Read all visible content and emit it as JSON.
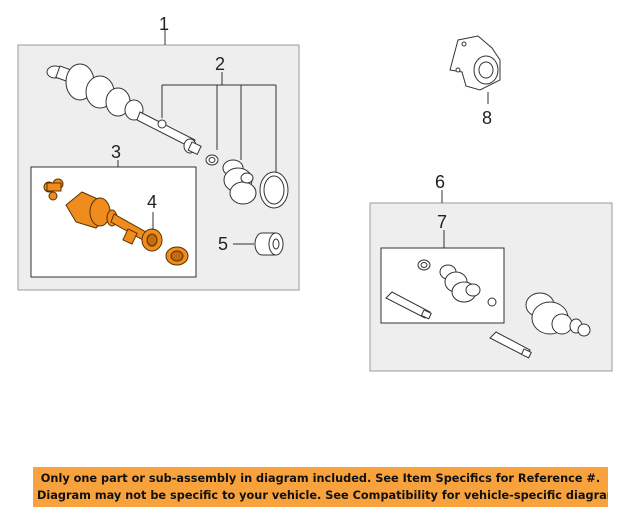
{
  "callouts": {
    "c1": "1",
    "c2": "2",
    "c3": "3",
    "c4": "4",
    "c5": "5",
    "c6": "6",
    "c7": "7",
    "c8": "8"
  },
  "notice": {
    "line1": "Only one part or sub-assembly in diagram included. See Item Specifics for Reference #.",
    "line2": "Diagram may not be specific to your vehicle. See Compatibility for vehicle-specific diagrams."
  },
  "colors": {
    "highlight": "#f08c1e",
    "notice_bg": "#f7a23c",
    "line": "#333333",
    "box": "#999999"
  }
}
